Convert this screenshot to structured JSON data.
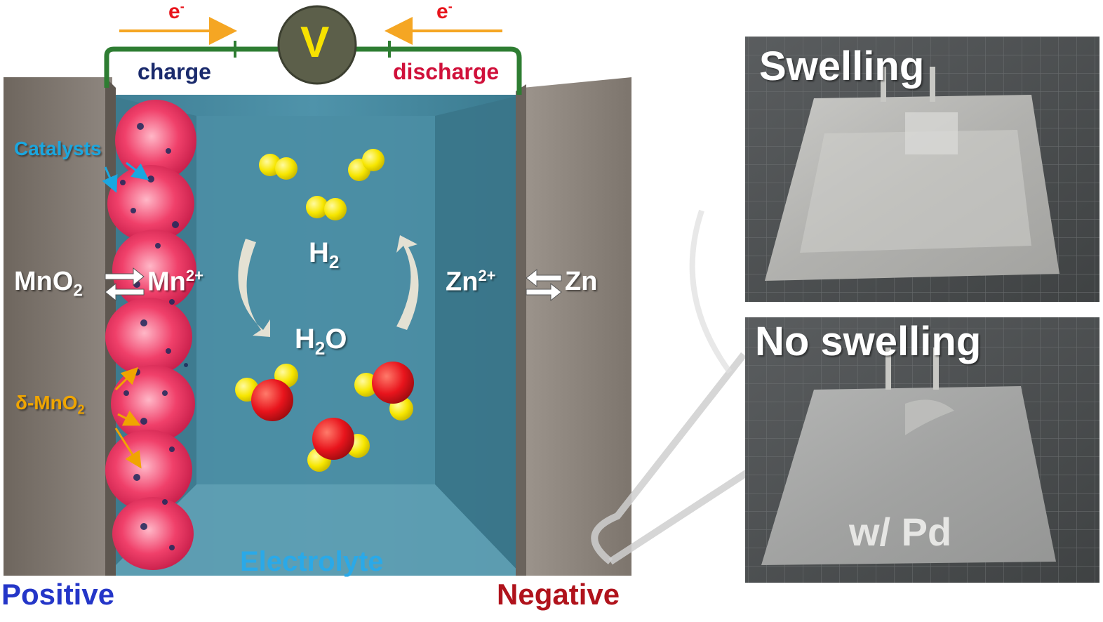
{
  "circuit": {
    "electron_left": "e",
    "electron_right": "e",
    "electron_sup": "-",
    "voltmeter": "V",
    "charge": "charge",
    "discharge": "discharge"
  },
  "cell": {
    "catalysts": "Catalysts",
    "delta_mno2": "δ-MnO",
    "delta_sub": "2",
    "mno2": "MnO",
    "mno2_sub": "2",
    "mn": "Mn",
    "mn_sup": "2+",
    "h2": "H",
    "h2_sub": "2",
    "h2o_h": "H",
    "h2o_sub": "2",
    "h2o_o": "O",
    "zn_ion": "Zn",
    "zn_sup": "2+",
    "zn": "Zn",
    "electrolyte": "Electrolyte",
    "positive": "Positive",
    "negative": "Negative"
  },
  "photos": {
    "top_label": "Swelling",
    "bottom_label": "No swelling",
    "bottom_note": "w/ Pd"
  },
  "colors": {
    "electron_arrow": "#f5a623",
    "wire": "#2e7d32",
    "voltmeter_bg": "#5c5f4a",
    "voltmeter_text": "#f7e200",
    "charge": "#1a2a6c",
    "discharge": "#d0103a",
    "electrolyte": "#4a8aa0",
    "electrode": "#8a8178",
    "catalysts": "#1aa7e0",
    "delta_mno2": "#f0a500",
    "positive": "#2436c8",
    "negative": "#b0131c",
    "electrolyte_label": "#2aa9e8",
    "hydrogen": "#f7e600",
    "oxygen": "#e8141c"
  }
}
